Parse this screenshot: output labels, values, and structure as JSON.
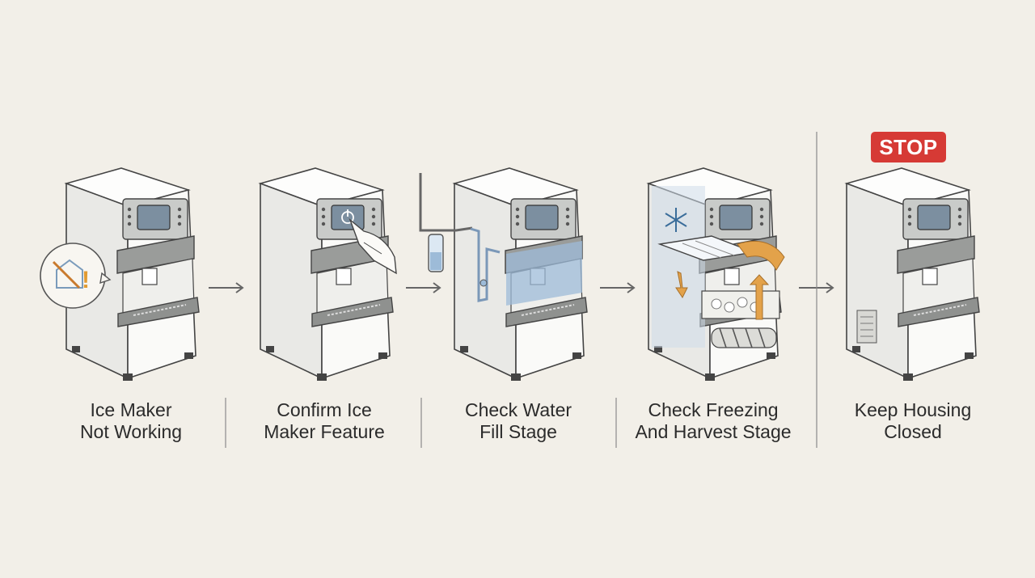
{
  "steps": [
    {
      "line1": "Ice Maker",
      "line2": "Not Working"
    },
    {
      "line1": "Confirm Ice",
      "line2": "Maker Feature"
    },
    {
      "line1": "Check Water",
      "line2": "Fill Stage"
    },
    {
      "line1": "Check Freezing",
      "line2": "And Harvest Stage"
    },
    {
      "line1": "Keep Housing",
      "line2": "Closed"
    }
  ],
  "stop_label": "STOP",
  "icons": {
    "step1": "ice-maker-warning-icon",
    "step2": "ice-maker-power-touch-icon",
    "step3": "ice-maker-water-fill-icon",
    "step4": "ice-maker-freeze-harvest-icon",
    "step5": "ice-maker-closed-icon"
  },
  "colors": {
    "background": "#f2efe8",
    "stop": "#d63a35",
    "water": "#9dbbd8",
    "harvest_arrow": "#e3a24a",
    "line": "#555555"
  }
}
